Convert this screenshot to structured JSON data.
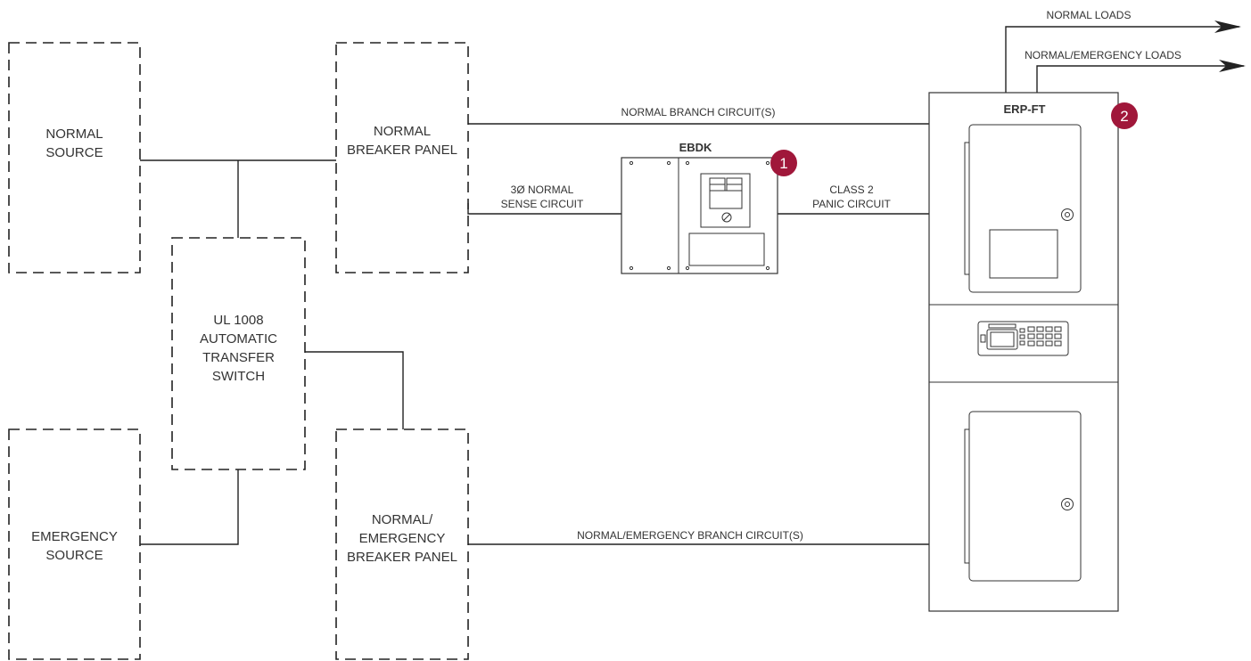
{
  "colors": {
    "badge": "#a0173a",
    "line": "#222222",
    "text": "#333333"
  },
  "boxes": {
    "normal_source": [
      "NORMAL",
      "SOURCE"
    ],
    "normal_panel": [
      "NORMAL",
      "BREAKER PANEL"
    ],
    "ats": [
      "UL 1008",
      "AUTOMATIC",
      "TRANSFER",
      "SWITCH"
    ],
    "emergency_source": [
      "EMERGENCY",
      "SOURCE"
    ],
    "emergency_panel": [
      "NORMAL/",
      "EMERGENCY",
      "BREAKER PANEL"
    ]
  },
  "wires": {
    "normal_branch": "NORMAL BRANCH CIRCUIT(S)",
    "sense": [
      "3Ø NORMAL",
      "SENSE CIRCUIT"
    ],
    "panic": [
      "CLASS 2",
      "PANIC CIRCUIT"
    ],
    "emergency_branch": "NORMAL/EMERGENCY BRANCH CIRCUIT(S)",
    "normal_loads": "NORMAL LOADS",
    "emergency_loads": "NORMAL/EMERGENCY LOADS"
  },
  "devices": {
    "ebdk": {
      "title": "EBDK",
      "badge": "1"
    },
    "erp": {
      "title": "ERP-FT",
      "badge": "2"
    }
  }
}
